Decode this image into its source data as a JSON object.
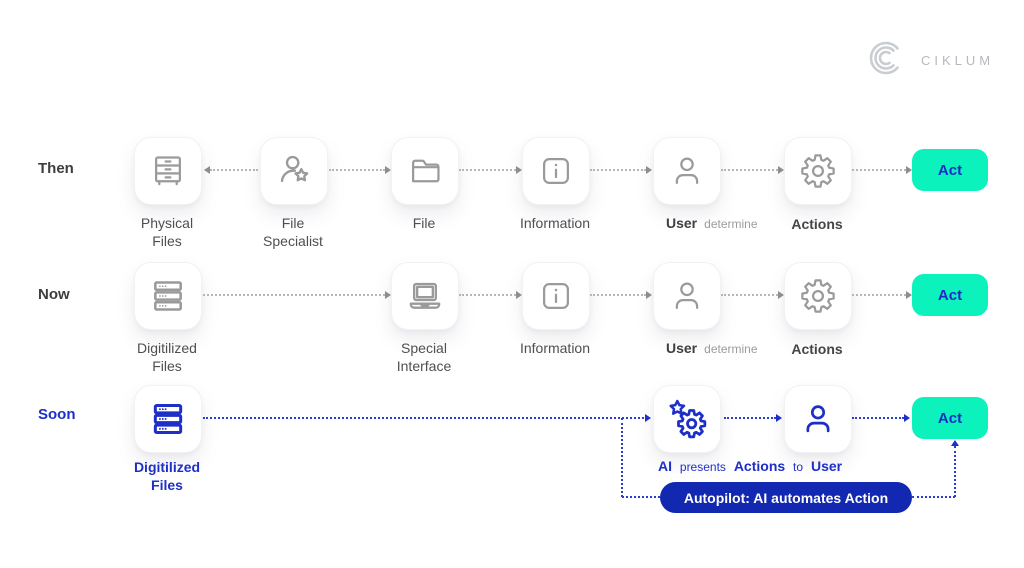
{
  "brand": {
    "logo_text": "CIKLUM"
  },
  "colors": {
    "accent_mint": "#0CF2BD",
    "brand_blue": "#1E2FC8",
    "pill_blue": "#1228B0",
    "icon_gray": "#9A9A9A",
    "text_dark": "#3D3D3D",
    "text_gray": "#4F4F4F",
    "note_gray": "#9B9B9B",
    "line_gray": "#B6B6B6"
  },
  "icons": [
    "ciklum-logo-icon",
    "cabinet-icon",
    "person-star-icon",
    "folder-icon",
    "info-square-icon",
    "user-icon",
    "gear-icon",
    "server-stack-icon",
    "laptop-icon",
    "ai-gear-star-icon"
  ],
  "rows": {
    "then": {
      "label": "Then",
      "physical_files": "Physical\nFiles",
      "file_specialist": "File\nSpecialist",
      "file": "File",
      "information": "Information",
      "user": "User",
      "user_note": "determine",
      "actions": "Actions",
      "act": "Act"
    },
    "now": {
      "label": "Now",
      "digitilized_files": "Digitilized\nFiles",
      "special_interface": "Special\nInterface",
      "information": "Information",
      "user": "User",
      "user_note": "determine",
      "actions": "Actions",
      "act": "Act"
    },
    "soon": {
      "label": "Soon",
      "digitilized_files": "Digitilized\nFiles",
      "caption_ai": "AI",
      "caption_presents": "presents",
      "caption_actions": "Actions",
      "caption_to": "to",
      "caption_user": "User",
      "autopilot": "Autopilot: AI automates Action",
      "act": "Act"
    }
  }
}
